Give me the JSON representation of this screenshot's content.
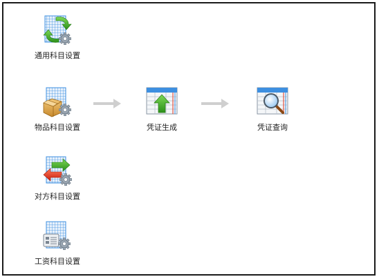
{
  "items": [
    {
      "label": "通用科目设置",
      "icon": "sync-ledger-icon"
    },
    {
      "label": "物品科目设置",
      "icon": "box-ledger-icon"
    },
    {
      "label": "凭证生成",
      "icon": "voucher-generate-icon"
    },
    {
      "label": "凭证查询",
      "icon": "voucher-search-icon"
    },
    {
      "label": "对方科目设置",
      "icon": "exchange-ledger-icon"
    },
    {
      "label": "工资科目设置",
      "icon": "salary-ledger-icon"
    }
  ],
  "colors": {
    "grid_blue": "#3d8fe0",
    "grid_light": "#cfe3f8",
    "green": "#3fae2a",
    "red": "#e0341f",
    "gear": "#9aa6b2",
    "arrow_gray": "#cfcfcf"
  }
}
